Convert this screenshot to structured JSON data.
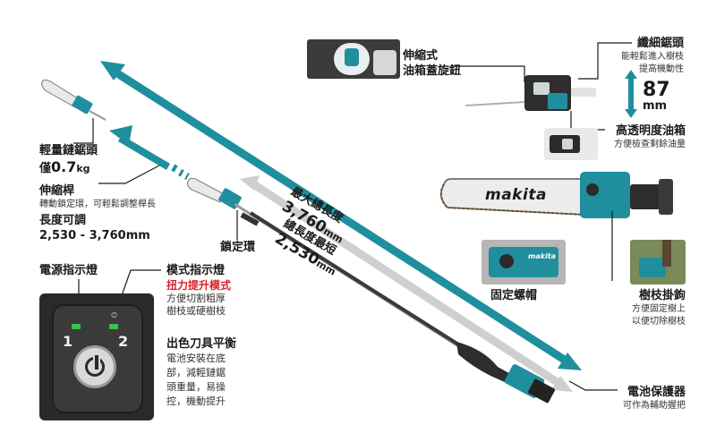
{
  "colors": {
    "teal": "#1f8f9e",
    "grey_arrow": "#c9c9c9",
    "red_accent": "#d6202a",
    "panel": "#2a2a2a",
    "led_green": "#35c24a"
  },
  "callouts": {
    "telescopic_cap": {
      "line1": "伸縮式",
      "line2": "油箱蓋旋鈕"
    },
    "slim_saw_head": {
      "title": "纖細鋸頭",
      "desc1": "能輕鬆進入樹枝",
      "desc2": "提高機動性"
    },
    "head_height": {
      "value": "87",
      "unit": "mm"
    },
    "oil_tank": {
      "title": "高透明度油箱",
      "desc": "方便檢查剩餘油量"
    },
    "light_head": {
      "title": "輕量鏈鋸頭",
      "weight_prefix": "僅",
      "weight_value": "0.7",
      "weight_unit": "kg"
    },
    "telescopic_pole": {
      "title": "伸縮桿",
      "desc": "轉動鎖定環，可輕鬆調整桿長",
      "range_title": "長度可調",
      "range_value": "2,530 - 3,760mm"
    },
    "lock_ring": {
      "title": "鎖定環"
    },
    "max_length": {
      "label": "最大總長度",
      "value": "3,760",
      "unit": "mm"
    },
    "min_length": {
      "label": "總長度最短",
      "value": "2,530",
      "unit": "mm"
    },
    "fixing_nut": {
      "title": "固定螺帽"
    },
    "branch_hook": {
      "title": "樹枝掛鉤",
      "desc1": "方便固定樹上",
      "desc2": "以便切除樹枝"
    },
    "battery_guard": {
      "title": "電池保護器",
      "desc": "可作為輔助握把"
    },
    "power_indicator": {
      "title": "電源指示燈"
    },
    "mode_indicator": {
      "title": "模式指示燈",
      "mode_name": "扭力提升模式",
      "desc1": "方便切割粗厚",
      "desc2": "樹枝或硬樹枝"
    },
    "tool_balance": {
      "title": "出色刀具平衡",
      "desc1": "電池安裝在底",
      "desc2": "部，減輕鏈鋸",
      "desc3": "頭重量，易操",
      "desc4": "控，機動提升"
    }
  },
  "control_panel": {
    "mode1_label": "1",
    "mode2_label": "2"
  },
  "brand": {
    "logo_text": "makita",
    "logo_small": "makita"
  }
}
